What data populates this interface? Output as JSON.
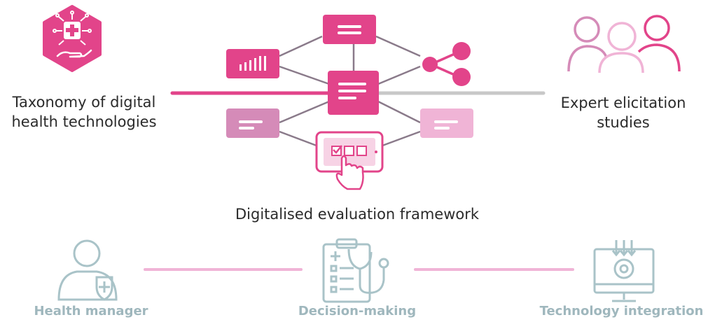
{
  "colors": {
    "magenta": "#e2448a",
    "pink": "#f0b4d6",
    "mauve": "#d58bb8",
    "connector": "#8a7a8a",
    "grey_line": "#c8c8c8",
    "muted_teal": "#a9c3c8"
  },
  "top": {
    "left_label": "Taxonomy of digital health technologies",
    "right_label": "Expert elicitation studies",
    "center_label": "Digitalised evaluation framework"
  },
  "bottom": {
    "items": [
      {
        "label": "Health manager",
        "icon": "health-manager-icon"
      },
      {
        "label": "Decision-making",
        "icon": "clipboard-stethoscope-icon"
      },
      {
        "label": "Technology integration",
        "icon": "monitor-gear-icon"
      }
    ]
  },
  "icons": {
    "left": "digital-health-hexagon-icon",
    "right": "expert-group-icon",
    "hub": [
      "document-icon",
      "bar-chart-icon",
      "share-icon",
      "touch-screen-icon"
    ]
  }
}
